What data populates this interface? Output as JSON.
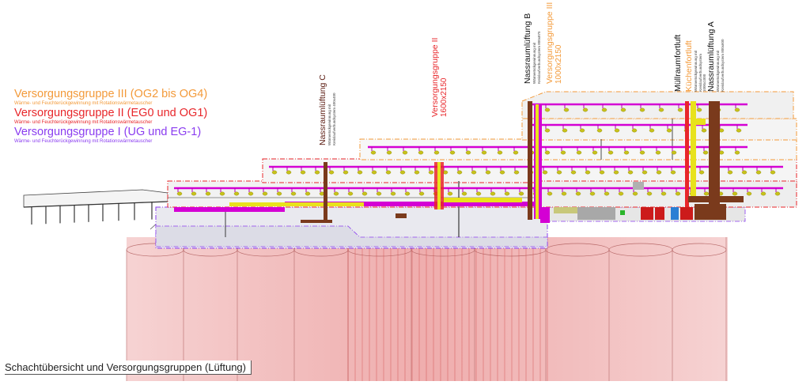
{
  "colors": {
    "gruppe_3": "#f39a3a",
    "gruppe_2": "#e8262a",
    "gruppe_1": "#8a3cf0",
    "shaft_pink": "#e75a5a",
    "duct_magenta": "#d400d4",
    "duct_yellow": "#e8e21c",
    "shaft_brown": "#7a3a1c"
  },
  "legend": {
    "items": [
      {
        "title": "Versorgungsgruppe III (OG2 bis OG4)",
        "subtitle": "Wärme- und Feuchterückgewinnung mit Rotationswärmetauscher",
        "color": "#f39a3a"
      },
      {
        "title": "Versorgungsgruppe II (EG0 und OG1)",
        "subtitle": "Wärme- und Feuchterückgewinnung mit Rotationswärmetauscher",
        "color": "#e8262a"
      },
      {
        "title": "Versorgungsgruppe I (UG und EG-1)",
        "subtitle": "Wärme- und Feuchterückgewinnung mit Rotationswärmetauscher",
        "color": "#8a3cf0"
      }
    ]
  },
  "shaft_labels": {
    "nassraum_c": {
      "main": "Nassraumlüftung C",
      "sub": "Wärmerückgewinnung mit Kreislaufverbundsystem 400x400",
      "color": "#5a1a10"
    },
    "gruppe_2": {
      "main": "Versorgungsgruppe II",
      "sub": "1600x2150",
      "color": "#e8262a"
    },
    "nassraum_b": {
      "main": "Nassraumlüftung B",
      "sub": "Wärmerückgewinnung mit Kreislaufverbundsystem 800x875",
      "color": "#5a1a10"
    },
    "gruppe_3": {
      "main": "Versorgungsgruppe III",
      "sub": "1000x2150",
      "color": "#f39a3a"
    },
    "muellraum": {
      "main": "Müllraumfortluft",
      "sub": "",
      "color": "#5a1a10"
    },
    "kueche": {
      "main": "Küchenfortluft",
      "sub": "Wärmerückgewinnung mit Kreislaufverbundsystem 1000x1000",
      "color": "#f39a3a"
    },
    "nassraum_a": {
      "main": "Nassraumlüftung A",
      "sub": "Wärmerückgewinnung mit Kreislaufverbundsystem 800x600",
      "color": "#5a1a10"
    }
  },
  "caption": "Schachtübersicht und Versorgungsgruppen (Lüftung)"
}
